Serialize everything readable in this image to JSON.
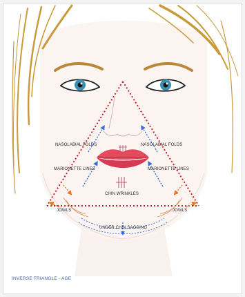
{
  "figure": {
    "caption": "INVERSE TRIANGLE - AGE",
    "labels": {
      "nasolabial_left": "NASOLABIAL FOLDS",
      "nasolabial_right": "NASOLABIAL FOLDS",
      "marionette_left": "MARIONETTE LINES",
      "marionette_right": "MARIONETTE LINES",
      "chin_wrinkles": "CHIN WRINKLES",
      "jowls_left": "JOWLS",
      "jowls_right": "JOWLS",
      "under_chin": "UNDER CHIN SAGGING"
    },
    "colors": {
      "triangle": "#cc2229",
      "arrow_blue": "#3a6fd1",
      "arrow_orange": "#e8741c",
      "hair": "#c9993a",
      "lips": "#e44a5e",
      "iris": "#3a8fb0",
      "caption": "#3a5a9a"
    }
  }
}
